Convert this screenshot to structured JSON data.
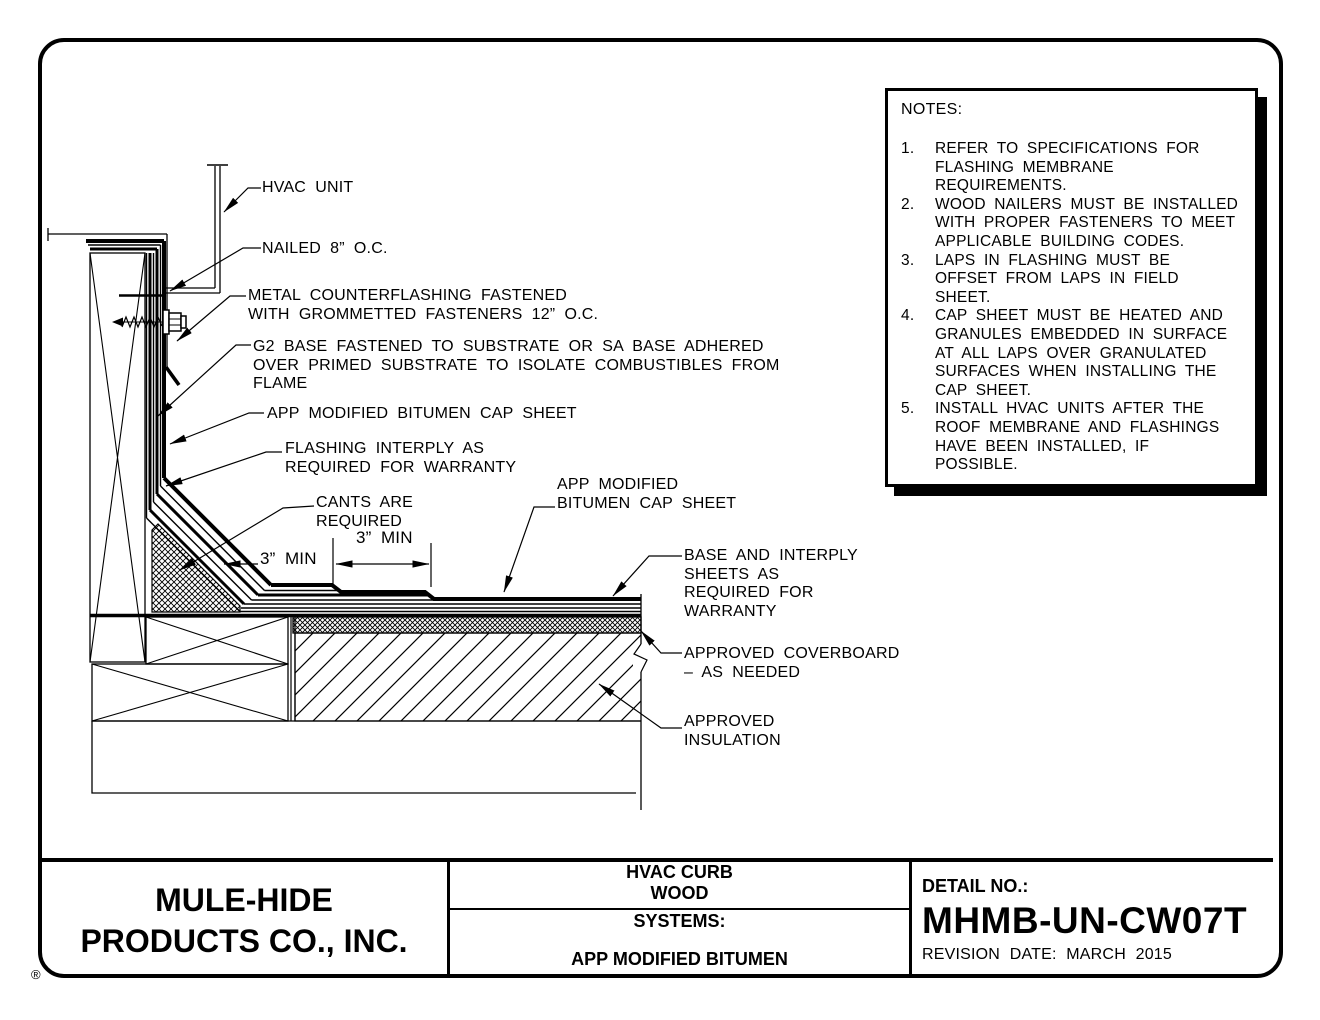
{
  "sheet": {
    "registered_mark": "®"
  },
  "notes": {
    "title": "NOTES:",
    "items": [
      {
        "num": "1.",
        "text": "REFER TO SPECIFICATIONS FOR\nFLASHING MEMBRANE\nREQUIREMENTS."
      },
      {
        "num": "2.",
        "text": "WOOD NAILERS MUST BE INSTALLED\nWITH PROPER FASTENERS TO MEET\nAPPLICABLE BUILDING CODES."
      },
      {
        "num": "3.",
        "text": "LAPS IN FLASHING MUST BE\nOFFSET FROM LAPS IN FIELD\nSHEET."
      },
      {
        "num": "4.",
        "text": "CAP SHEET MUST BE HEATED AND\nGRANULES EMBEDDED IN SURFACE\nAT ALL LAPS OVER GRANULATED\nSURFACES WHEN INSTALLING THE\nCAP SHEET."
      },
      {
        "num": "5.",
        "text": "INSTALL HVAC UNITS AFTER THE\nROOF MEMBRANE AND FLASHINGS\nHAVE BEEN INSTALLED, IF\nPOSSIBLE."
      }
    ]
  },
  "callouts": {
    "hvac_unit": "HVAC UNIT",
    "nailed": "NAILED 8” O.C.",
    "counterflashing": "METAL COUNTERFLASHING FASTENED\nWITH GROMMETTED FASTENERS 12” O.C.",
    "g2_base": "G2 BASE FASTENED TO SUBSTRATE OR SA BASE ADHERED\nOVER PRIMED SUBSTRATE TO ISOLATE COMBUSTIBLES FROM\nFLAME",
    "cap_sheet_wall": "APP MODIFIED BITUMEN CAP SHEET",
    "flashing_interply": "FLASHING INTERPLY AS\nREQUIRED FOR WARRANTY",
    "cants": "CANTS ARE\nREQUIRED",
    "dim_3min_a": "3” MIN",
    "dim_3min_b": "3” MIN",
    "cap_sheet_field": "APP MODIFIED\nBITUMEN CAP SHEET",
    "base_interply": "BASE AND INTERPLY\nSHEETS AS\nREQUIRED FOR\nWARRANTY",
    "coverboard": "APPROVED COVERBOARD\n– AS NEEDED",
    "insulation": "APPROVED\nINSULATION"
  },
  "title_block": {
    "company_line1": "MULE-HIDE",
    "company_line2": "PRODUCTS CO., INC.",
    "project_line1": "HVAC CURB",
    "project_line2": "WOOD",
    "systems_label": "SYSTEMS:",
    "system_name": "APP MODIFIED BITUMEN",
    "detail_no_label": "DETAIL NO.:",
    "detail_no": "MHMB-UN-CW07T",
    "revision": "REVISION  DATE:  MARCH  2015"
  },
  "colors": {
    "ink": "#000000",
    "paper": "#ffffff"
  }
}
